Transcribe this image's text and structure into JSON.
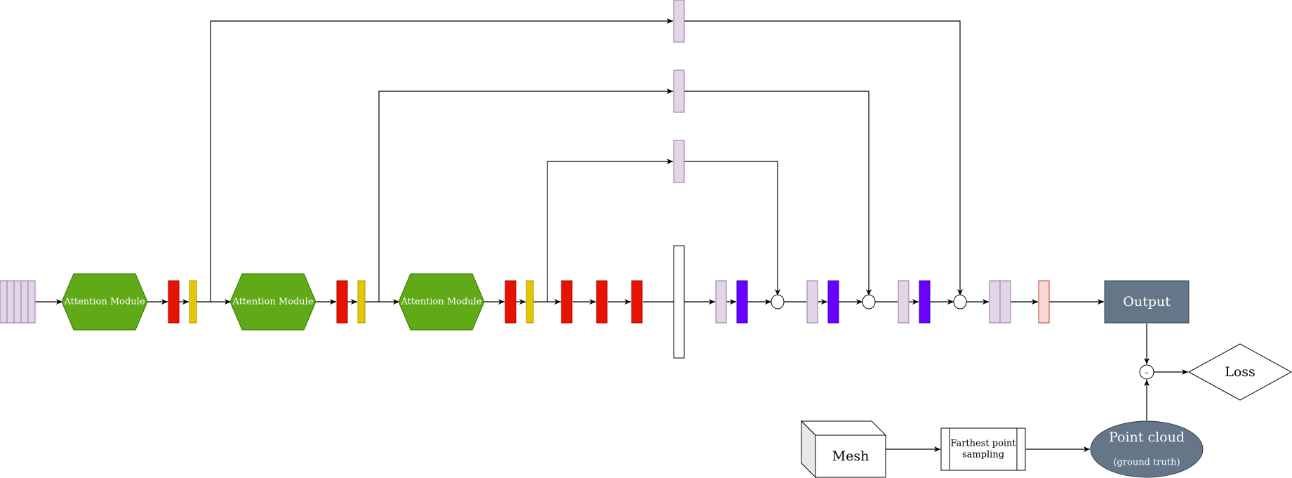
{
  "colors": {
    "lavender_fill": "#e1d5e7",
    "lavender_stroke": "#9673a6",
    "red_fill": "#e51400",
    "red_stroke": "#b20000",
    "yellow_fill": "#e3c800",
    "yellow_stroke": "#b09500",
    "green_fill": "#60a917",
    "green_stroke": "#2d7600",
    "blue_fill": "#6a00ff",
    "blue_stroke": "#3700cc",
    "pink_fill": "#fad9d5",
    "pink_stroke": "#ae4132",
    "slate_fill": "#647687",
    "slate_stroke": "#314354",
    "line": "#000000"
  },
  "modules": {
    "attention_1": "Attention Module",
    "attention_2": "Attention Module",
    "attention_3": "Attention Module"
  },
  "output": {
    "label": "Output"
  },
  "loss": {
    "label": "Loss"
  },
  "mesh": {
    "label": "Mesh"
  },
  "sampling": {
    "line1": "Farthest point",
    "line2": "sampling"
  },
  "point_cloud": {
    "label": "Point cloud",
    "sub": "(ground truth)"
  },
  "subtract": {
    "symbol": "-"
  },
  "icons": {
    "mesh_shape": "cube-icon",
    "sampling_shape": "process-box-icon",
    "point_cloud_shape": "ellipse-icon",
    "loss_shape": "diamond-icon",
    "attention_shape": "hexagon-icon",
    "combine_shape": "circle-icon"
  }
}
